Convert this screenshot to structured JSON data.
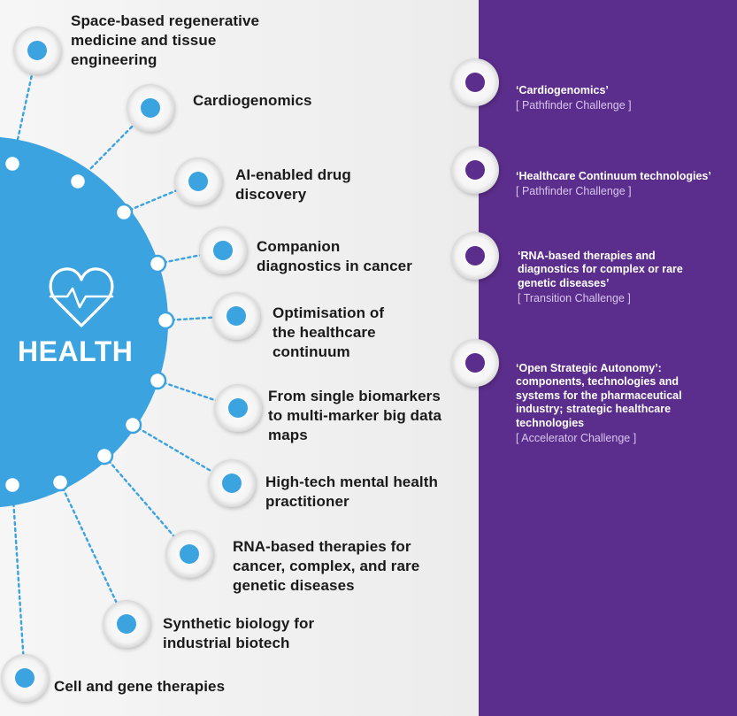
{
  "hub": {
    "label": "HEALTH",
    "icon": "heart-pulse-icon"
  },
  "colors": {
    "hub": "#3aa3e0",
    "panel": "#5b2d8c",
    "node_dot_blue": "#3aa3e0",
    "node_dot_purple": "#5b2d8c",
    "tag_text": "#d8c6ee"
  },
  "topics": [
    "Space-based regenerative\nmedicine and tissue\nengineering",
    "Cardiogenomics",
    "AI-enabled drug\ndiscovery",
    "Companion\ndiagnostics in cancer",
    "Optimisation of\nthe healthcare\ncontinuum",
    "From single biomarkers\nto multi-marker big data\nmaps",
    "High-tech mental health\npractitioner",
    "RNA-based therapies for\ncancer, complex, and rare\ngenetic diseases",
    "Synthetic biology for\nindustrial biotech",
    "Cell and gene therapies"
  ],
  "challenges": [
    {
      "title": "‘Cardiogenomics’",
      "tag": "[ Pathfinder Challenge ]"
    },
    {
      "title": "‘Healthcare Continuum technologies’",
      "tag": "[ Pathfinder Challenge ]"
    },
    {
      "title": "‘RNA-based therapies and\ndiagnostics for complex or rare\ngenetic diseases’",
      "tag": "[ Transition Challenge ]"
    },
    {
      "title": "‘Open Strategic Autonomy’:\ncomponents, technologies and\nsystems for the pharmaceutical\nindustry; strategic healthcare\ntechnologies",
      "tag": "[ Accelerator Challenge ]"
    }
  ]
}
